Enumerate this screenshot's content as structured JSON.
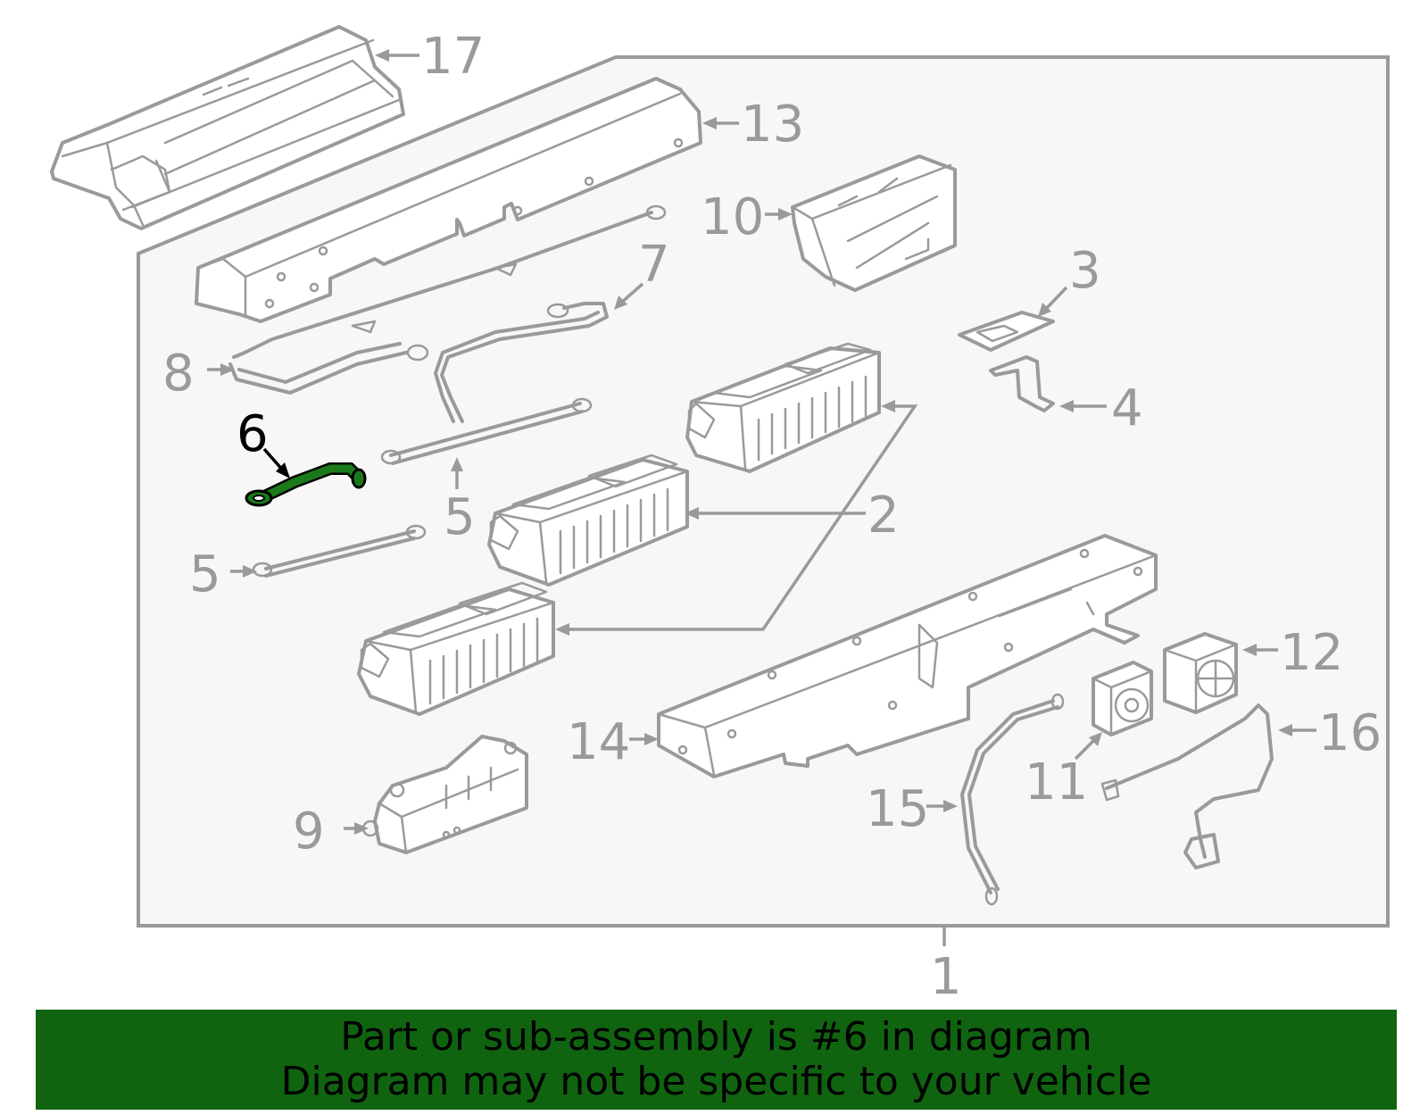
{
  "callouts": {
    "c1": "1",
    "c2": "2",
    "c3": "3",
    "c4": "4",
    "c5a": "5",
    "c5b": "5",
    "c6": "6",
    "c7": "7",
    "c8": "8",
    "c9": "9",
    "c10": "10",
    "c11": "11",
    "c12": "12",
    "c13": "13",
    "c14": "14",
    "c15": "15",
    "c16": "16",
    "c17": "17"
  },
  "highlighted_part": "6",
  "colors": {
    "line_art": "#9a9a9a",
    "panel_fill": "#f7f7f7",
    "highlight": "#1a7a1a",
    "banner": "#106410"
  },
  "banner": {
    "line1": "Part or sub-assembly is #6 in diagram",
    "line2": "Diagram may not be specific to your vehicle"
  }
}
